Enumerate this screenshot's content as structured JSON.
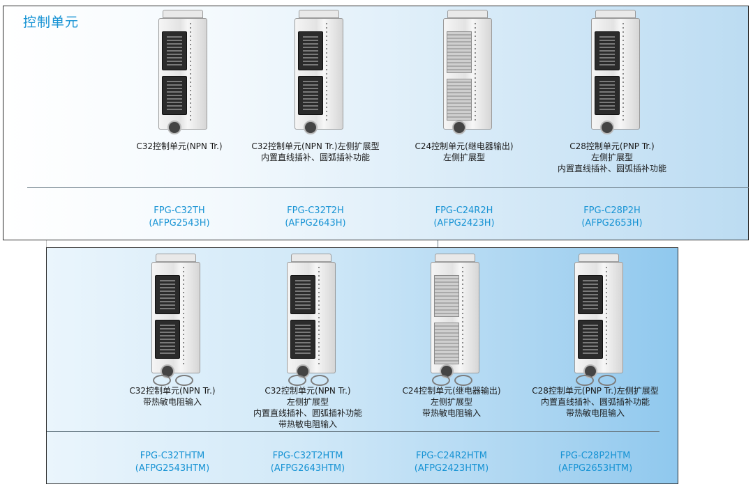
{
  "section": {
    "title": "控制单元"
  },
  "top_products": [
    {
      "lines": [
        "C32控制单元(NPN Tr.)"
      ],
      "model": "FPG-C32TH",
      "part": "(AFPG2543H)",
      "device": "connector"
    },
    {
      "lines": [
        "C32控制单元(NPN Tr.)左侧扩展型",
        "内置直线插补、圆弧插补功能"
      ],
      "model": "FPG-C32T2H",
      "part": "(AFPG2643H)",
      "device": "connector"
    },
    {
      "lines": [
        "C24控制单元(继电器输出)",
        "左侧扩展型"
      ],
      "model": "FPG-C24R2H",
      "part": "(AFPG2423H)",
      "device": "terminal"
    },
    {
      "lines": [
        "C28控制单元(PNP Tr.)",
        "左侧扩展型",
        "内置直线插补、圆弧插补功能"
      ],
      "model": "FPG-C28P2H",
      "part": "(AFPG2653H)",
      "device": "connector"
    }
  ],
  "bottom_products": [
    {
      "lines": [
        "C32控制单元(NPN Tr.)",
        "带热敏电阻输入"
      ],
      "model": "FPG-C32THTM",
      "part": "(AFPG2543HTM)",
      "device": "connector"
    },
    {
      "lines": [
        "C32控制单元(NPN Tr.)",
        "左侧扩展型",
        "内置直线插补、圆弧插补功能",
        "带热敏电阻输入"
      ],
      "model": "FPG-C32T2HTM",
      "part": "(AFPG2643HTM)",
      "device": "connector"
    },
    {
      "lines": [
        "C24控制单元(继电器输出)",
        "左侧扩展型",
        "带热敏电阻输入"
      ],
      "model": "FPG-C24R2HTM",
      "part": "(AFPG2423HTM)",
      "device": "terminal"
    },
    {
      "lines": [
        "C28控制单元(PNP Tr.)左侧扩展型",
        "内置直线插补、圆弧插补功能",
        "带热敏电阻输入"
      ],
      "model": "FPG-C28P2HTM",
      "part": "(AFPG2653HTM)",
      "device": "connector"
    }
  ]
}
